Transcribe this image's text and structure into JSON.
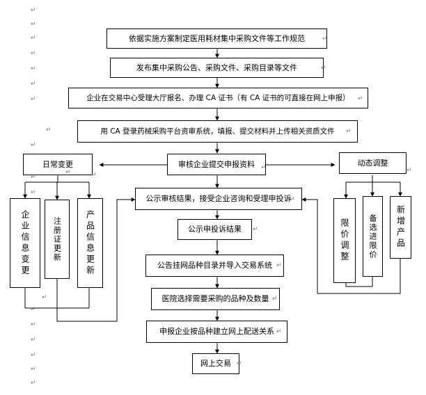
{
  "steps": {
    "s1": "依据实施方案制定医用耗材集中采购文件等工作规范",
    "s2": "发布集中采购公告、采购文件、采购目录等文件",
    "s3": "企业在交易中心受理大厅报名、办理 CA 证书（有 CA 证书的可直接在网上申报）",
    "s4": "用 CA 登录药械采购平台资审系统，填报、提交材料并上传相关资质文件",
    "s5": "审核企业提交申报资料",
    "s6": "公示审核结果，接受企业咨询和受理申投诉",
    "s7": "公示申投诉结果",
    "s8": "公告挂网品种目录并导入交易系统",
    "s9": "医院选择需要采购的品种及数量",
    "s10": "申报企业按品种建立网上配送关系",
    "s11": "网上交易"
  },
  "left_branch": {
    "title": "日常变更",
    "items": [
      "企业信息变更",
      "注册证更新",
      "产品信息更新"
    ]
  },
  "right_branch": {
    "title": "动态调整",
    "items": [
      "限价调整",
      "备选进限价",
      "新增产品"
    ]
  },
  "paragraph_mark": "↵"
}
